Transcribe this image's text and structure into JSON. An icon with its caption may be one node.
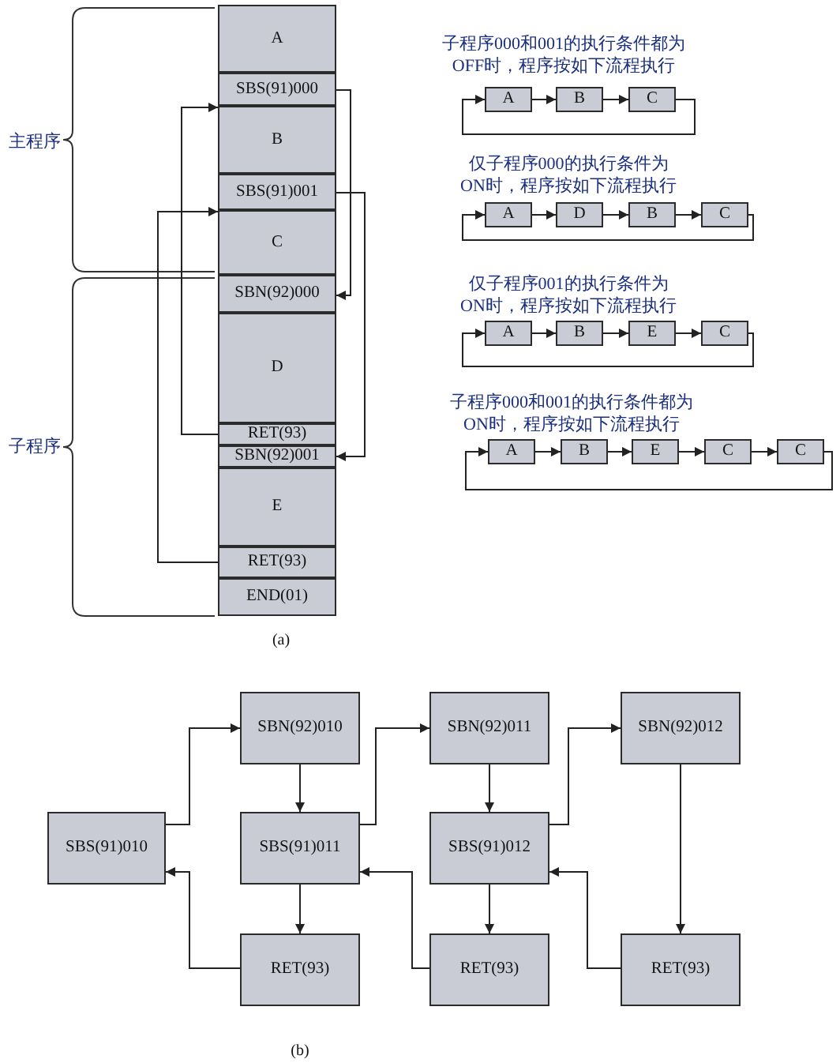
{
  "diagram": {
    "nodes": [
      {
        "text": [
          "A"
        ]
      },
      {
        "text": [
          "SBS(91)000"
        ]
      },
      {
        "text": [
          "B"
        ]
      },
      {
        "text": [
          "SBS(91)001"
        ]
      },
      {
        "text": [
          "C"
        ]
      },
      {
        "text": [
          "SBN(92)000"
        ]
      },
      {
        "text": [
          "D"
        ]
      },
      {
        "text": [
          "RET(93)"
        ]
      },
      {
        "text": [
          "SBN(92)001"
        ]
      },
      {
        "text": [
          "E"
        ]
      },
      {
        "text": [
          "RET(93)"
        ]
      },
      {
        "text": [
          "END(01)"
        ]
      },
      {
        "text": [
          "A"
        ]
      },
      {
        "text": [
          "B"
        ]
      },
      {
        "text": [
          "C"
        ]
      },
      {
        "text": [
          "A"
        ]
      },
      {
        "text": [
          "D"
        ]
      },
      {
        "text": [
          "B"
        ]
      },
      {
        "text": [
          "C"
        ]
      },
      {
        "text": [
          "A"
        ]
      },
      {
        "text": [
          "B"
        ]
      },
      {
        "text": [
          "E"
        ]
      },
      {
        "text": [
          "C"
        ]
      },
      {
        "text": [
          "A"
        ]
      },
      {
        "text": [
          "B"
        ]
      },
      {
        "text": [
          "E"
        ]
      },
      {
        "text": [
          "C"
        ]
      },
      {
        "text": [
          "C"
        ]
      },
      {
        "text": [
          "SBN(92)010"
        ]
      },
      {
        "text": [
          "SBN(92)011"
        ]
      },
      {
        "text": [
          "SBN(92)012"
        ]
      },
      {
        "text": [
          "SBS(91)010"
        ]
      },
      {
        "text": [
          "SBS(91)011"
        ]
      },
      {
        "text": [
          "SBS(91)012"
        ]
      },
      {
        "text": [
          "RET(93)"
        ]
      },
      {
        "text": [
          "RET(93)"
        ]
      },
      {
        "text": [
          "RET(93)"
        ]
      }
    ],
    "edges": [
      {
        "from": 1,
        "to": 5,
        "arrow": "to"
      },
      {
        "from": 3,
        "to": 8,
        "arrow": "to"
      },
      {
        "from": 7,
        "to": 2,
        "arrow": "to"
      },
      {
        "from": 10,
        "to": 4,
        "arrow": "to"
      },
      {
        "from": 12,
        "to": 13,
        "arrow": "to"
      },
      {
        "from": 13,
        "to": 14,
        "arrow": "to"
      },
      {
        "from": 14,
        "to": 12,
        "arrow": "to"
      },
      {
        "from": 15,
        "to": 16,
        "arrow": "to"
      },
      {
        "from": 16,
        "to": 17,
        "arrow": "to"
      },
      {
        "from": 17,
        "to": 18,
        "arrow": "to"
      },
      {
        "from": 18,
        "to": 15,
        "arrow": "to"
      },
      {
        "from": 19,
        "to": 20,
        "arrow": "to"
      },
      {
        "from": 20,
        "to": 21,
        "arrow": "to"
      },
      {
        "from": 21,
        "to": 22,
        "arrow": "to"
      },
      {
        "from": 22,
        "to": 19,
        "arrow": "to"
      },
      {
        "from": 23,
        "to": 24,
        "arrow": "to"
      },
      {
        "from": 24,
        "to": 25,
        "arrow": "to"
      },
      {
        "from": 25,
        "to": 26,
        "arrow": "to"
      },
      {
        "from": 26,
        "to": 27,
        "arrow": "to"
      },
      {
        "from": 27,
        "to": 23,
        "arrow": "to"
      },
      {
        "from": 31,
        "to": 28,
        "arrow": "to"
      },
      {
        "from": 28,
        "to": 32,
        "arrow": "to"
      },
      {
        "from": 32,
        "to": 34,
        "arrow": "to"
      },
      {
        "from": 34,
        "to": 31,
        "arrow": "to"
      },
      {
        "from": 32,
        "to": 29,
        "arrow": "to"
      },
      {
        "from": 29,
        "to": 33,
        "arrow": "to"
      },
      {
        "from": 33,
        "to": 35,
        "arrow": "to"
      },
      {
        "from": 35,
        "to": 32,
        "arrow": "to"
      },
      {
        "from": 33,
        "to": 30,
        "arrow": "to"
      },
      {
        "from": 30,
        "to": 36,
        "arrow": "to"
      },
      {
        "from": 36,
        "to": 33,
        "arrow": "to"
      }
    ],
    "labels": [
      "主程序",
      "子程序",
      "子程序000和001的执行条件都为OFF时，程序按如下流程执行",
      "仅子程序000的执行条件为ON时，程序按如下流程执行",
      "仅子程序001的执行条件为ON时，程序按如下流程执行",
      "子程序000和001的执行条件都为ON时，程序按如下流程执行",
      "(a)",
      "(b)"
    ]
  }
}
